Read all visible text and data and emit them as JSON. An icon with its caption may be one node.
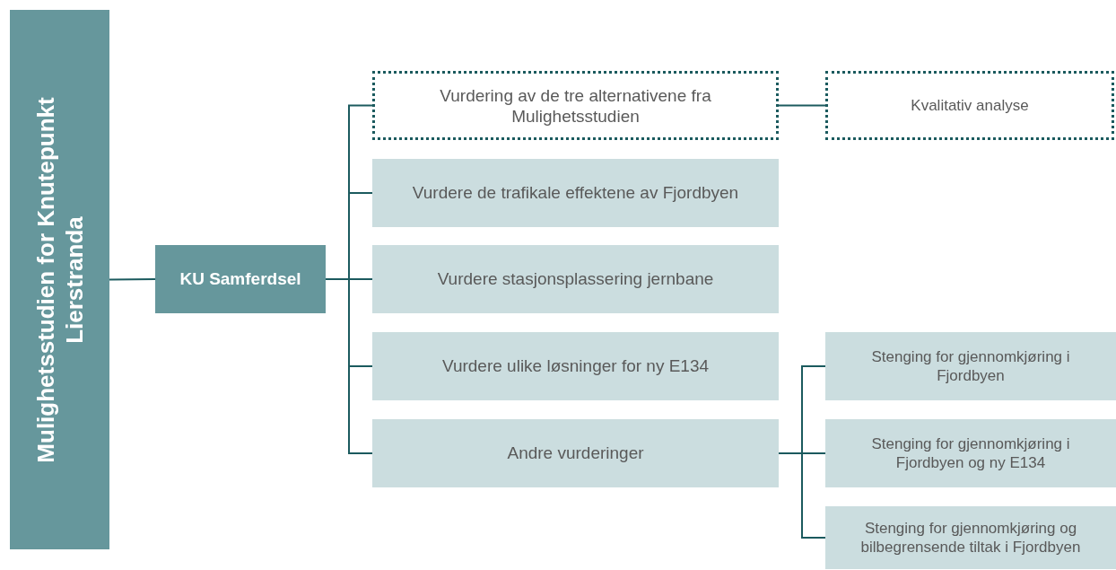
{
  "diagram": {
    "nodes": [
      {
        "text": [
          "Mulighetsstudien for Knutepunkt Lierstranda"
        ]
      },
      {
        "text": [
          "KU Samferdsel"
        ]
      },
      {
        "text": [
          "Vurdering av de tre alternativene fra Mulighetsstudien"
        ]
      },
      {
        "text": [
          "Vurdere de trafikale effektene av Fjordbyen"
        ]
      },
      {
        "text": [
          "Vurdere stasjonsplassering jernbane"
        ]
      },
      {
        "text": [
          "Vurdere ulike løsninger for ny E134"
        ]
      },
      {
        "text": [
          "Andre vurderinger"
        ]
      },
      {
        "text": [
          "Kvalitativ analyse"
        ]
      },
      {
        "text": [
          "Stenging for gjennomkjøring i Fjordbyen"
        ]
      },
      {
        "text": [
          "Stenging for gjennomkjøring i Fjordbyen og ny E134"
        ]
      },
      {
        "text": [
          "Stenging for gjennomkjøring og bilbegrensende tiltak i Fjordbyen"
        ]
      }
    ],
    "edges": [
      {
        "from": 0,
        "to": 1,
        "arrow": "none"
      },
      {
        "from": 1,
        "to": 2,
        "arrow": "none"
      },
      {
        "from": 1,
        "to": 3,
        "arrow": "none"
      },
      {
        "from": 1,
        "to": 4,
        "arrow": "none"
      },
      {
        "from": 1,
        "to": 5,
        "arrow": "none"
      },
      {
        "from": 1,
        "to": 6,
        "arrow": "none"
      },
      {
        "from": 2,
        "to": 7,
        "arrow": "none"
      },
      {
        "from": 6,
        "to": 8,
        "arrow": "none"
      },
      {
        "from": 6,
        "to": 9,
        "arrow": "none"
      },
      {
        "from": 6,
        "to": 10,
        "arrow": "none"
      }
    ]
  }
}
